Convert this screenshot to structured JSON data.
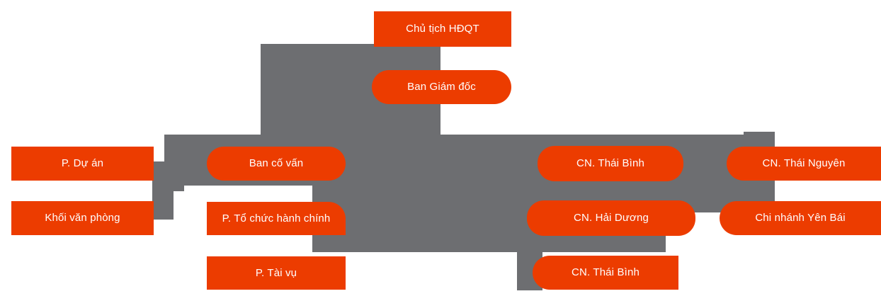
{
  "chart": {
    "type": "org-chart",
    "title": "",
    "palette": {
      "node_fill": "#ec3c00",
      "node_text": "#ffffff",
      "connector": "#6d6e71",
      "background": "#ffffff"
    },
    "nodes": [
      {
        "id": "chu-tich-hdqt",
        "label": "Chủ tịch HĐQT",
        "level": 0
      },
      {
        "id": "ban-giam-doc",
        "label": "Ban Giám đốc",
        "level": 1
      },
      {
        "id": "p-du-an",
        "label": "P. Dự án",
        "level": 2
      },
      {
        "id": "khoi-van-phong",
        "label": "Khối văn phòng",
        "level": 2
      },
      {
        "id": "ban-co-van",
        "label": "Ban cố vấn",
        "level": 2
      },
      {
        "id": "p-to-chuc-hanh-chinh",
        "label": "P. Tổ chức hành chính",
        "level": 3
      },
      {
        "id": "p-tai-vu",
        "label": "P. Tài vụ",
        "level": 3
      },
      {
        "id": "cn-thai-binh-1",
        "label": "CN. Thái Bình",
        "level": 2
      },
      {
        "id": "cn-hai-duong",
        "label": "CN. Hải Dương",
        "level": 2
      },
      {
        "id": "cn-thai-binh-2",
        "label": "CN. Thái Bình",
        "level": 3
      },
      {
        "id": "cn-thai-nguyen",
        "label": "CN. Thái Nguyên",
        "level": 2
      },
      {
        "id": "chi-nhanh-yen-bai",
        "label": "Chi nhánh Yên Bái",
        "level": 2
      }
    ]
  }
}
